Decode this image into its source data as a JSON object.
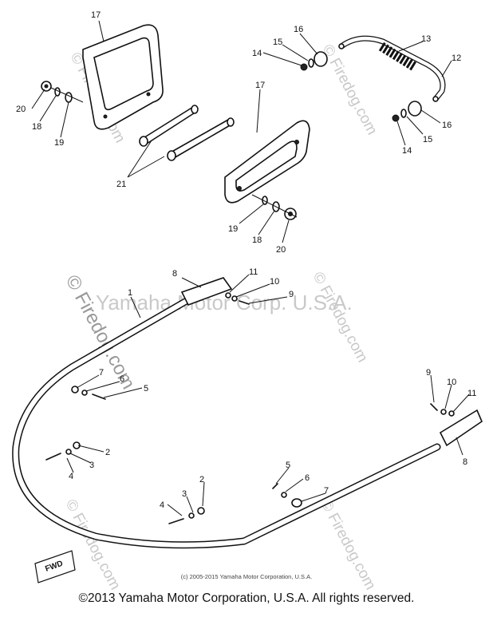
{
  "watermark": {
    "center_text": "Yamaha Motor Corp. U.S.A.",
    "side_text": "© Firedog.com"
  },
  "fwd_label": "FWD",
  "small_copyright": "(c) 2005-2015 Yamaha Motor Corporation, U.S.A.",
  "copyright": "©2013 Yamaha Motor Corporation, U.S.A. All rights reserved.",
  "callouts": [
    "17",
    "15",
    "16",
    "13",
    "12",
    "14",
    "20",
    "18",
    "19",
    "21",
    "17",
    "15",
    "16",
    "14",
    "19",
    "18",
    "20",
    "8",
    "11",
    "10",
    "9",
    "1",
    "7",
    "6",
    "5",
    "2",
    "3",
    "4",
    "9",
    "10",
    "11",
    "8",
    "5",
    "6",
    "7",
    "3",
    "2",
    "4"
  ]
}
